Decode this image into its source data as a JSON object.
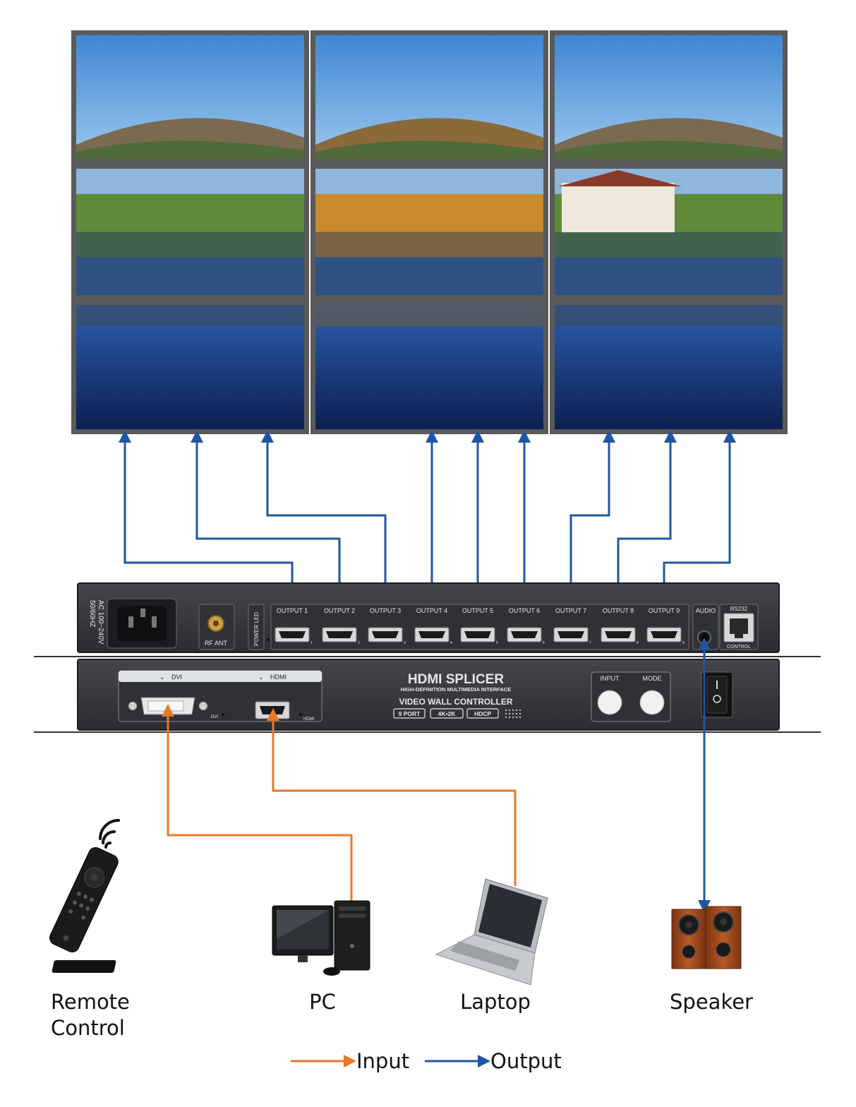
{
  "colors": {
    "input": "#e8782a",
    "output": "#1f56a0",
    "device": "#3a3c40",
    "device_dark": "#26282b",
    "panel": "#e3e6ea",
    "bezel": "#555555"
  },
  "video_wall": {
    "rows": 3,
    "cols": 3,
    "content": "landscape-lake-scene"
  },
  "upper_unit": {
    "power_label_1": "AC 100~240V",
    "power_label_2": "50/60HZ",
    "rf_label": "RF ANT",
    "power_led": "POWER LED",
    "outputs": [
      "OUTPUT 1",
      "OUTPUT 2",
      "OUTPUT 3",
      "OUTPUT 4",
      "OUTPUT 5",
      "OUTPUT 6",
      "OUTPUT 7",
      "OUTPUT 8",
      "OUTPUT 9"
    ],
    "output_nums": [
      "1",
      "2",
      "3",
      "4",
      "5",
      "6",
      "7",
      "8",
      "9"
    ],
    "audio": "AUDIO",
    "rs232": "RS232",
    "control": "CONTROL"
  },
  "lower_unit": {
    "dvi_header": "DVI",
    "hdmi_header": "HDMI",
    "dvi_small": "DVI",
    "hdmi_small": "HDMI",
    "brand": "HDMI SPLICER",
    "sub": "HIGH-DEFINITION MULTIMEDIA INTERFACE",
    "title": "VIDEO WALL CONTROLLER",
    "badges": [
      "9 PORT",
      "4K•2K",
      "HDCP"
    ],
    "input_btn": "INPUT",
    "mode_btn": "MODE"
  },
  "devices": {
    "remote_line1": "Remote",
    "remote_line2": "Control",
    "pc": "PC",
    "laptop": "Laptop",
    "speaker": "Speaker"
  },
  "legend": {
    "input": "Input",
    "output": "Output"
  }
}
